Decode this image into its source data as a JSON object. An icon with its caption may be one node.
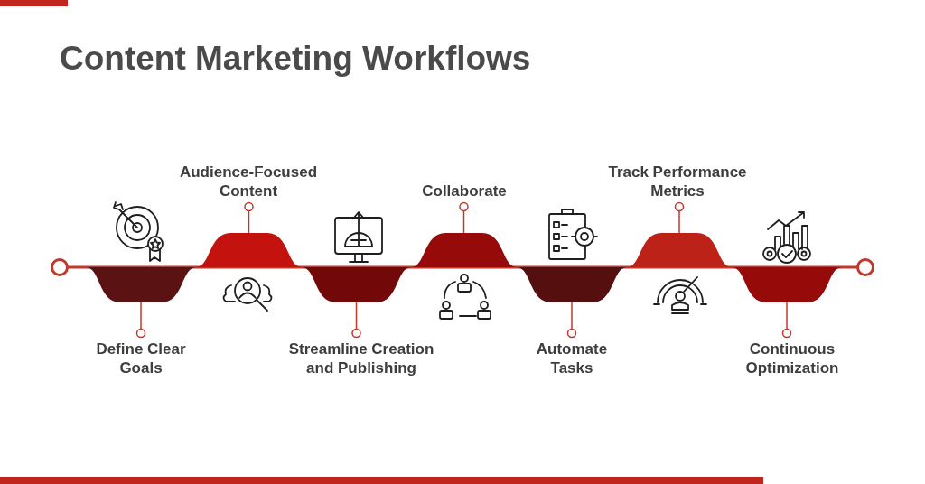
{
  "diagram": {
    "title": "Content Marketing Workflows",
    "nodes": [
      {
        "text": [
          "Define Clear Goals"
        ]
      },
      {
        "text": [
          "Audience-Focused Content"
        ]
      },
      {
        "text": [
          "Streamline Creation and Publishing"
        ]
      },
      {
        "text": [
          "Collaborate"
        ]
      },
      {
        "text": [
          "Automate Tasks"
        ]
      },
      {
        "text": [
          "Track Performance Metrics"
        ]
      },
      {
        "text": [
          "Continuous Optimization"
        ]
      },
      {
        "text": [],
        "shape": "bar"
      },
      {
        "text": [],
        "shape": "bar"
      },
      {
        "text": [],
        "shape": "bar"
      },
      {
        "text": [],
        "shape": "bar"
      },
      {
        "text": [],
        "shape": "bar"
      },
      {
        "text": [],
        "shape": "bar"
      },
      {
        "text": [],
        "shape": "bar"
      }
    ],
    "edges": [
      {
        "from": 7,
        "to": 0,
        "arrow": "other"
      },
      {
        "from": 8,
        "to": 1,
        "arrow": "other"
      },
      {
        "from": 9,
        "to": 2,
        "arrow": "other"
      },
      {
        "from": 10,
        "to": 3,
        "arrow": "other"
      },
      {
        "from": 11,
        "to": 4,
        "arrow": "other"
      },
      {
        "from": 12,
        "to": 5,
        "arrow": "other"
      },
      {
        "from": 13,
        "to": 6,
        "arrow": "other"
      }
    ]
  }
}
